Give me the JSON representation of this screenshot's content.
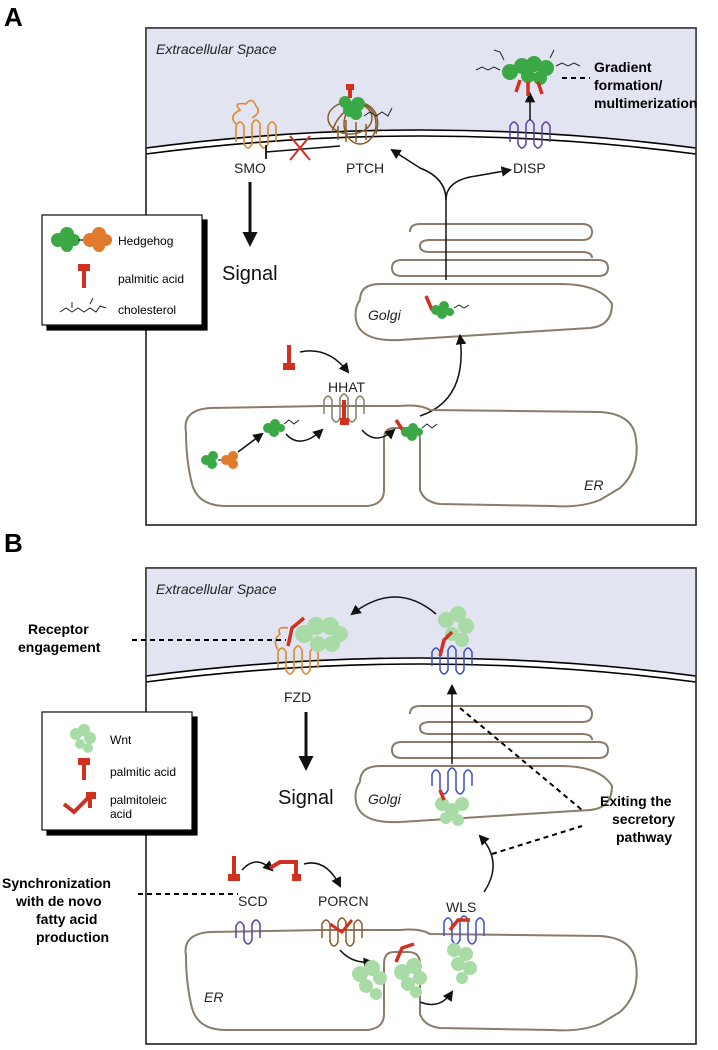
{
  "panel_a": {
    "letter": "A",
    "extracellular": "Extracellular Space",
    "smo": "SMO",
    "ptch": "PTCH",
    "disp": "DISP",
    "signal": "Signal",
    "golgi": "Golgi",
    "hhat": "HHAT",
    "er": "ER",
    "annotation_lines": [
      "Gradient",
      "formation/",
      "multimerization"
    ],
    "legend": {
      "hedgehog": "Hedgehog",
      "palmitic": "palmitic acid",
      "cholesterol": "cholesterol"
    }
  },
  "panel_b": {
    "letter": "B",
    "extracellular": "Extracellular Space",
    "fzd": "FZD",
    "signal": "Signal",
    "golgi": "Golgi",
    "scd": "SCD",
    "porcn": "PORCN",
    "wls": "WLS",
    "er": "ER",
    "receptor_lines": [
      "Receptor",
      "engagement"
    ],
    "exiting_lines": [
      "Exiting the",
      "secretory",
      "pathway"
    ],
    "sync_lines": [
      "Synchronization",
      "with de novo",
      "fatty acid",
      "production"
    ],
    "legend": {
      "wnt": "Wnt",
      "palmitic": "palmitic acid",
      "palmitoleic_lines": [
        "palmitoleic",
        "acid"
      ]
    }
  },
  "colors": {
    "extracellular": "#e3e4f1",
    "membrane": "#000000",
    "hedgehog_green": "#3aa845",
    "hedgehog_orange": "#e07a2c",
    "lipid_red": "#d0301f",
    "wnt_green": "#a9dba6",
    "organelle": "#8c7b68",
    "receptor_orange": "#d98b2b",
    "receptor_purple": "#5a3fa0",
    "receptor_blue": "#3a4fc2"
  }
}
